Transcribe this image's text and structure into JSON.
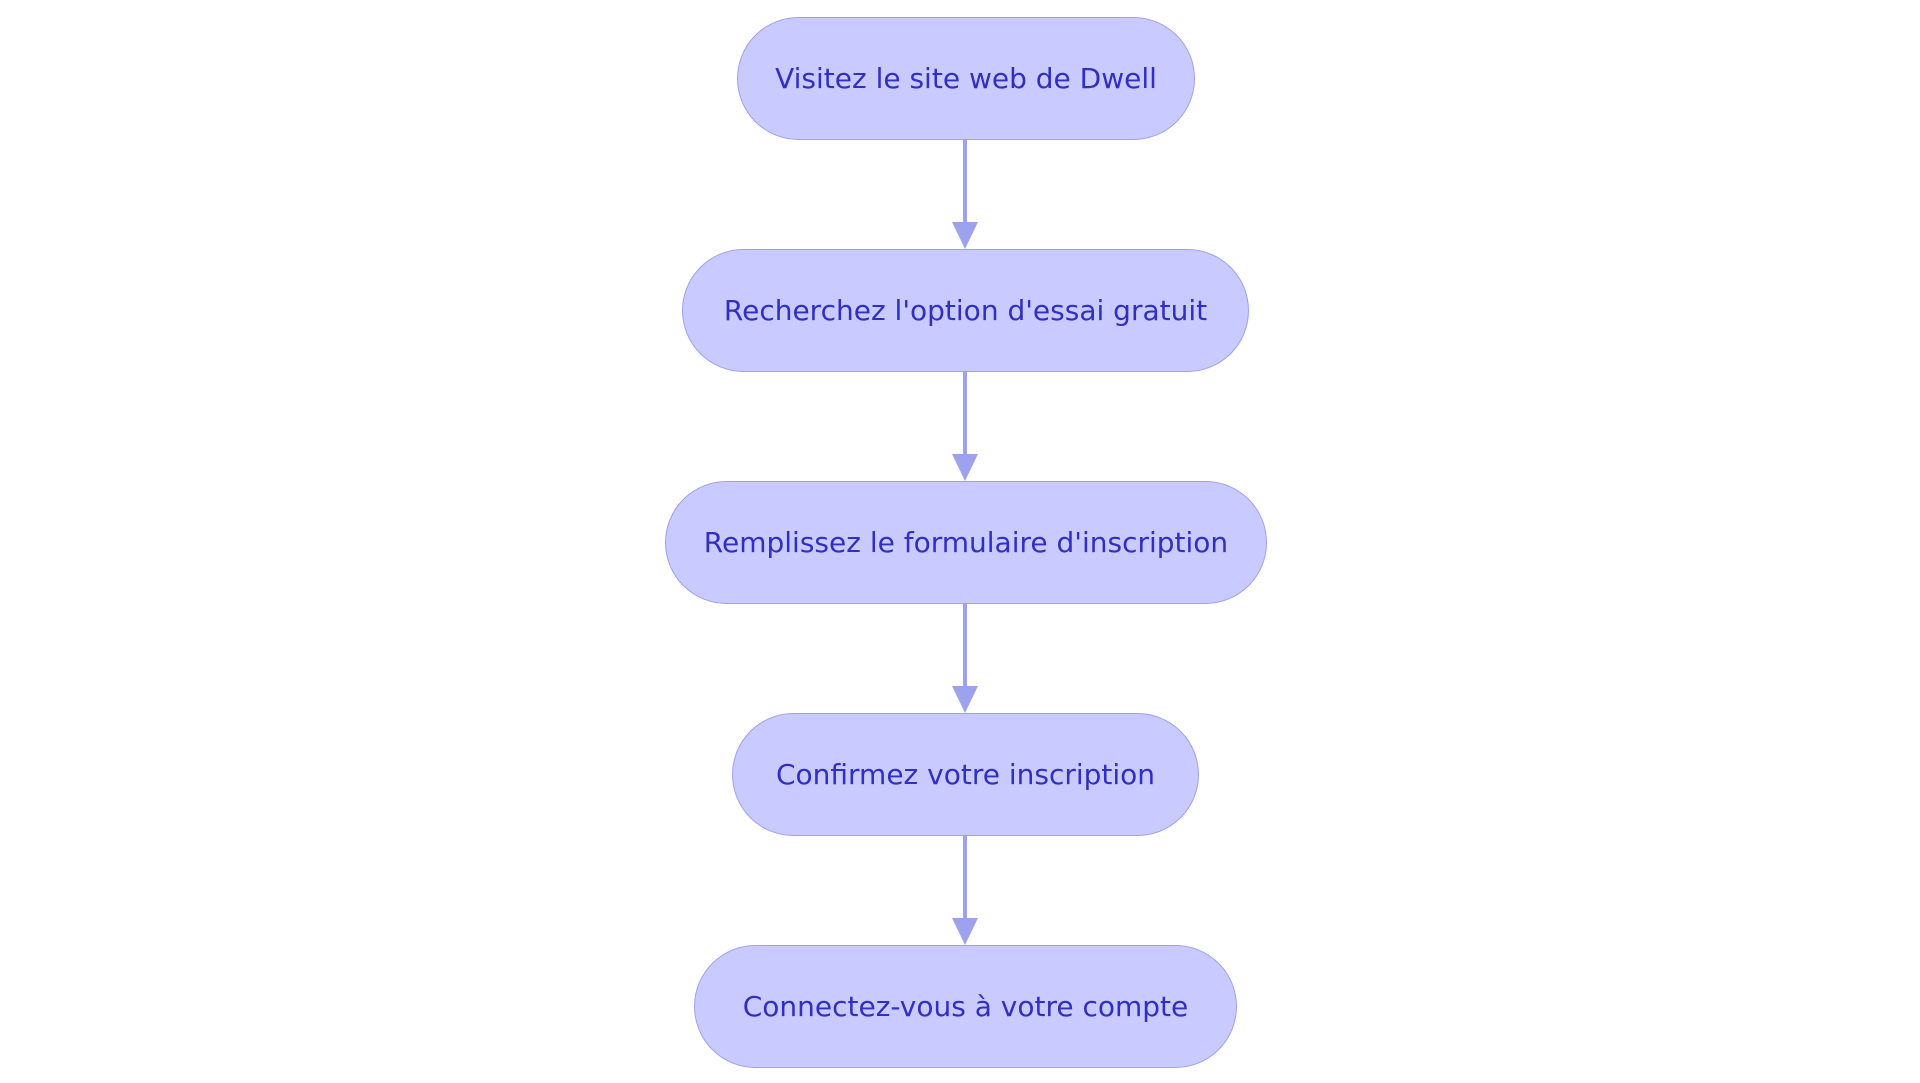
{
  "diagram": {
    "type": "flowchart",
    "direction": "top-to-bottom",
    "colors": {
      "node_fill": "#c9caff",
      "node_border": "#9ea2ee",
      "node_text": "#2f2fc4",
      "edge": "#9ea2ee"
    },
    "nodes": [
      {
        "id": "n1",
        "label": "Visitez le site web de Dwell"
      },
      {
        "id": "n2",
        "label": "Recherchez l'option d'essai gratuit"
      },
      {
        "id": "n3",
        "label": "Remplissez le formulaire d'inscription"
      },
      {
        "id": "n4",
        "label": "Confirmez votre inscription"
      },
      {
        "id": "n5",
        "label": "Connectez-vous à votre compte"
      }
    ],
    "edges": [
      {
        "from": "n1",
        "to": "n2"
      },
      {
        "from": "n2",
        "to": "n3"
      },
      {
        "from": "n3",
        "to": "n4"
      },
      {
        "from": "n4",
        "to": "n5"
      }
    ]
  }
}
